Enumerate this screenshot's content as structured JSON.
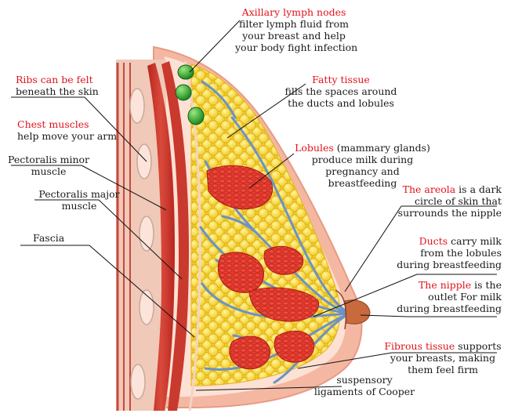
{
  "labels": {
    "axillary": {
      "title": "Axillary lymph nodes",
      "lines": [
        "filter lymph fluid  from",
        "your breast and help",
        "your body fight infection"
      ]
    },
    "ribs": {
      "title": "Ribs can be felt",
      "lines": [
        "beneath the skin"
      ]
    },
    "fatty": {
      "title": "Fatty tissue",
      "lines": [
        "fills the spaces around",
        "the ducts and lobules"
      ]
    },
    "chest": {
      "title": "Chest muscles",
      "lines": [
        "help move your arm"
      ]
    },
    "lobules": {
      "title": "Lobules",
      "suffix": " (mammary glands)",
      "lines": [
        "produce milk during",
        "pregnancy and",
        "breastfeeding"
      ]
    },
    "pec_minor": {
      "lines": [
        "Pectoralis minor",
        "muscle"
      ]
    },
    "pec_major": {
      "lines": [
        "Pectoralis major",
        "muscle"
      ]
    },
    "areola": {
      "title": "The areola",
      "suffix": " is a dark",
      "lines": [
        "circle of skin that",
        "surrounds the nipple"
      ]
    },
    "fascia": {
      "lines": [
        "Fascia"
      ]
    },
    "ducts": {
      "title": "Ducts",
      "suffix": " carry milk",
      "lines": [
        "from the lobules",
        "during breastfeeding"
      ]
    },
    "nipple": {
      "title": "The nipple",
      "suffix": " is the",
      "lines": [
        "outlet For milk",
        "during breastfeeding"
      ]
    },
    "fibrous": {
      "title": "Fibrous tissue",
      "suffix": " supports",
      "lines": [
        "your breasts, making",
        "them feel firm"
      ]
    },
    "suspensory": {
      "lines": [
        "suspensory",
        "ligaments of Cooper"
      ]
    }
  },
  "colors": {
    "accent_red": "#e0131a",
    "muscle": "#c8332b",
    "skin": "#f2b49d",
    "fat": "#f7d42a",
    "duct": "#6a93c6",
    "lymph": "#28a02b",
    "nipple": "#c86a3e"
  }
}
